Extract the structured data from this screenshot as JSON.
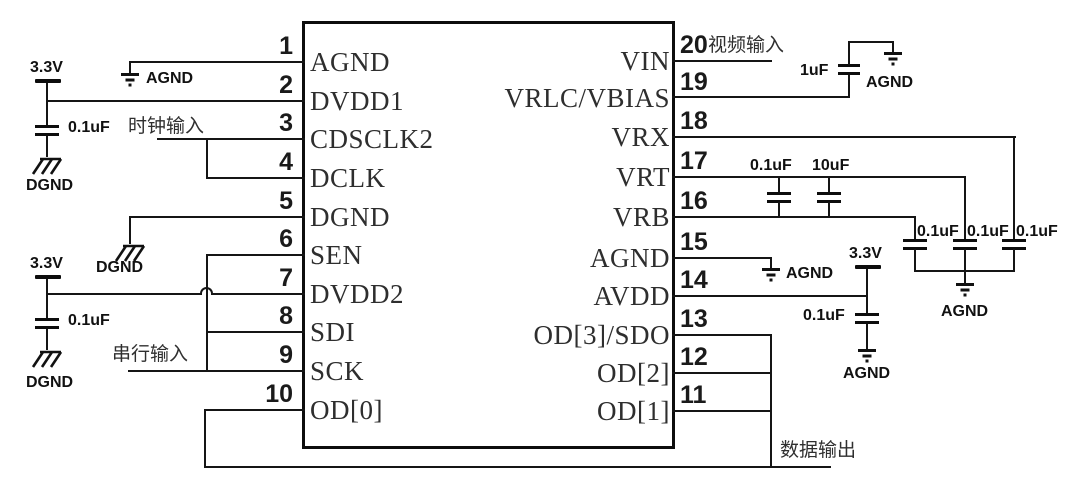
{
  "chip": {
    "left_pins": [
      {
        "num": "1",
        "label": "AGND"
      },
      {
        "num": "2",
        "label": "DVDD1"
      },
      {
        "num": "3",
        "label": "CDSCLK2"
      },
      {
        "num": "4",
        "label": "DCLK"
      },
      {
        "num": "5",
        "label": "DGND"
      },
      {
        "num": "6",
        "label": "SEN"
      },
      {
        "num": "7",
        "label": "DVDD2"
      },
      {
        "num": "8",
        "label": "SDI"
      },
      {
        "num": "9",
        "label": "SCK"
      },
      {
        "num": "10",
        "label": "OD[0]"
      }
    ],
    "right_pins": [
      {
        "num": "20",
        "label": "VIN"
      },
      {
        "num": "19",
        "label": "VRLC/VBIAS"
      },
      {
        "num": "18",
        "label": "VRX"
      },
      {
        "num": "17",
        "label": "VRT"
      },
      {
        "num": "16",
        "label": "VRB"
      },
      {
        "num": "15",
        "label": "AGND"
      },
      {
        "num": "14",
        "label": "AVDD"
      },
      {
        "num": "13",
        "label": "OD[3]/SDO"
      },
      {
        "num": "12",
        "label": "OD[2]"
      },
      {
        "num": "11",
        "label": "OD[1]"
      }
    ]
  },
  "nets": {
    "clock_input": "时钟输入",
    "serial_input": "串行输入",
    "video_input": "视频输入",
    "data_output": "数据输出"
  },
  "values": {
    "supply": "3.3V",
    "cap_100n": "0.1uF",
    "cap_1u": "1uF",
    "cap_10u": "10uF",
    "agnd": "AGND",
    "dgnd": "DGND"
  },
  "colors": {
    "wire": "#151515",
    "background": "#ffffff"
  }
}
